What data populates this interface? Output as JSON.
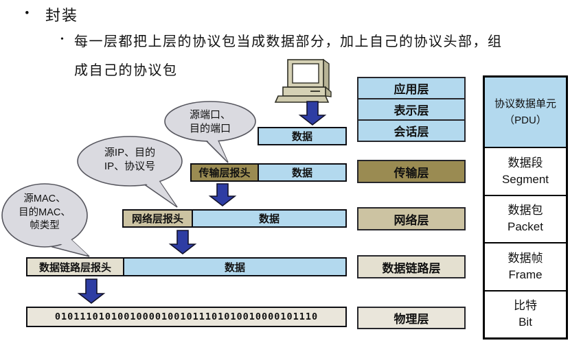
{
  "slide": {
    "bullet_char": "•",
    "title": "封装",
    "subtitle_line1": "每一层都把上层的协议包当成数据部分，加上自己的协议头部，组",
    "subtitle_line2": "成自己的协议包"
  },
  "encapsulation": {
    "data_label": "数据",
    "transport_header": "传输层报头",
    "network_header": "网络层报头",
    "datalink_header": "数据链路层报头",
    "bits": "010111010100100001001011101010010000101110"
  },
  "callouts": {
    "transport": {
      "line1": "源端口、",
      "line2": "目的端口"
    },
    "network": {
      "line1": "源IP、目的",
      "line2": "IP、协议号"
    },
    "datalink": {
      "line1": "源MAC、",
      "line2": "目的MAC、",
      "line3": "帧类型"
    }
  },
  "layers": {
    "application": "应用层",
    "presentation": "表示层",
    "session": "会话层",
    "transport": "传输层",
    "network": "网络层",
    "datalink": "数据链路层",
    "physical": "物理层"
  },
  "pdu": {
    "header_line1": "协议数据单元",
    "header_line2": "（PDU）",
    "segment_cn": "数据段",
    "segment_en": "Segment",
    "packet_cn": "数据包",
    "packet_en": "Packet",
    "frame_cn": "数据帧",
    "frame_en": "Frame",
    "bit_cn": "比特",
    "bit_en": "Bit"
  },
  "icons": {
    "computer": "desktop-computer-icon",
    "down_arrow": "down-arrow-icon",
    "callout_bubble": "speech-bubble"
  },
  "colors": {
    "light_blue": "#B3D9EE",
    "olive": "#9A8B52",
    "tan": "#CCC3A2",
    "beige": "#E4E0D0",
    "beige_light": "#EAE6DB",
    "arrow_blue": "#2E3DA3",
    "callout_gray": "#DADAE0"
  }
}
